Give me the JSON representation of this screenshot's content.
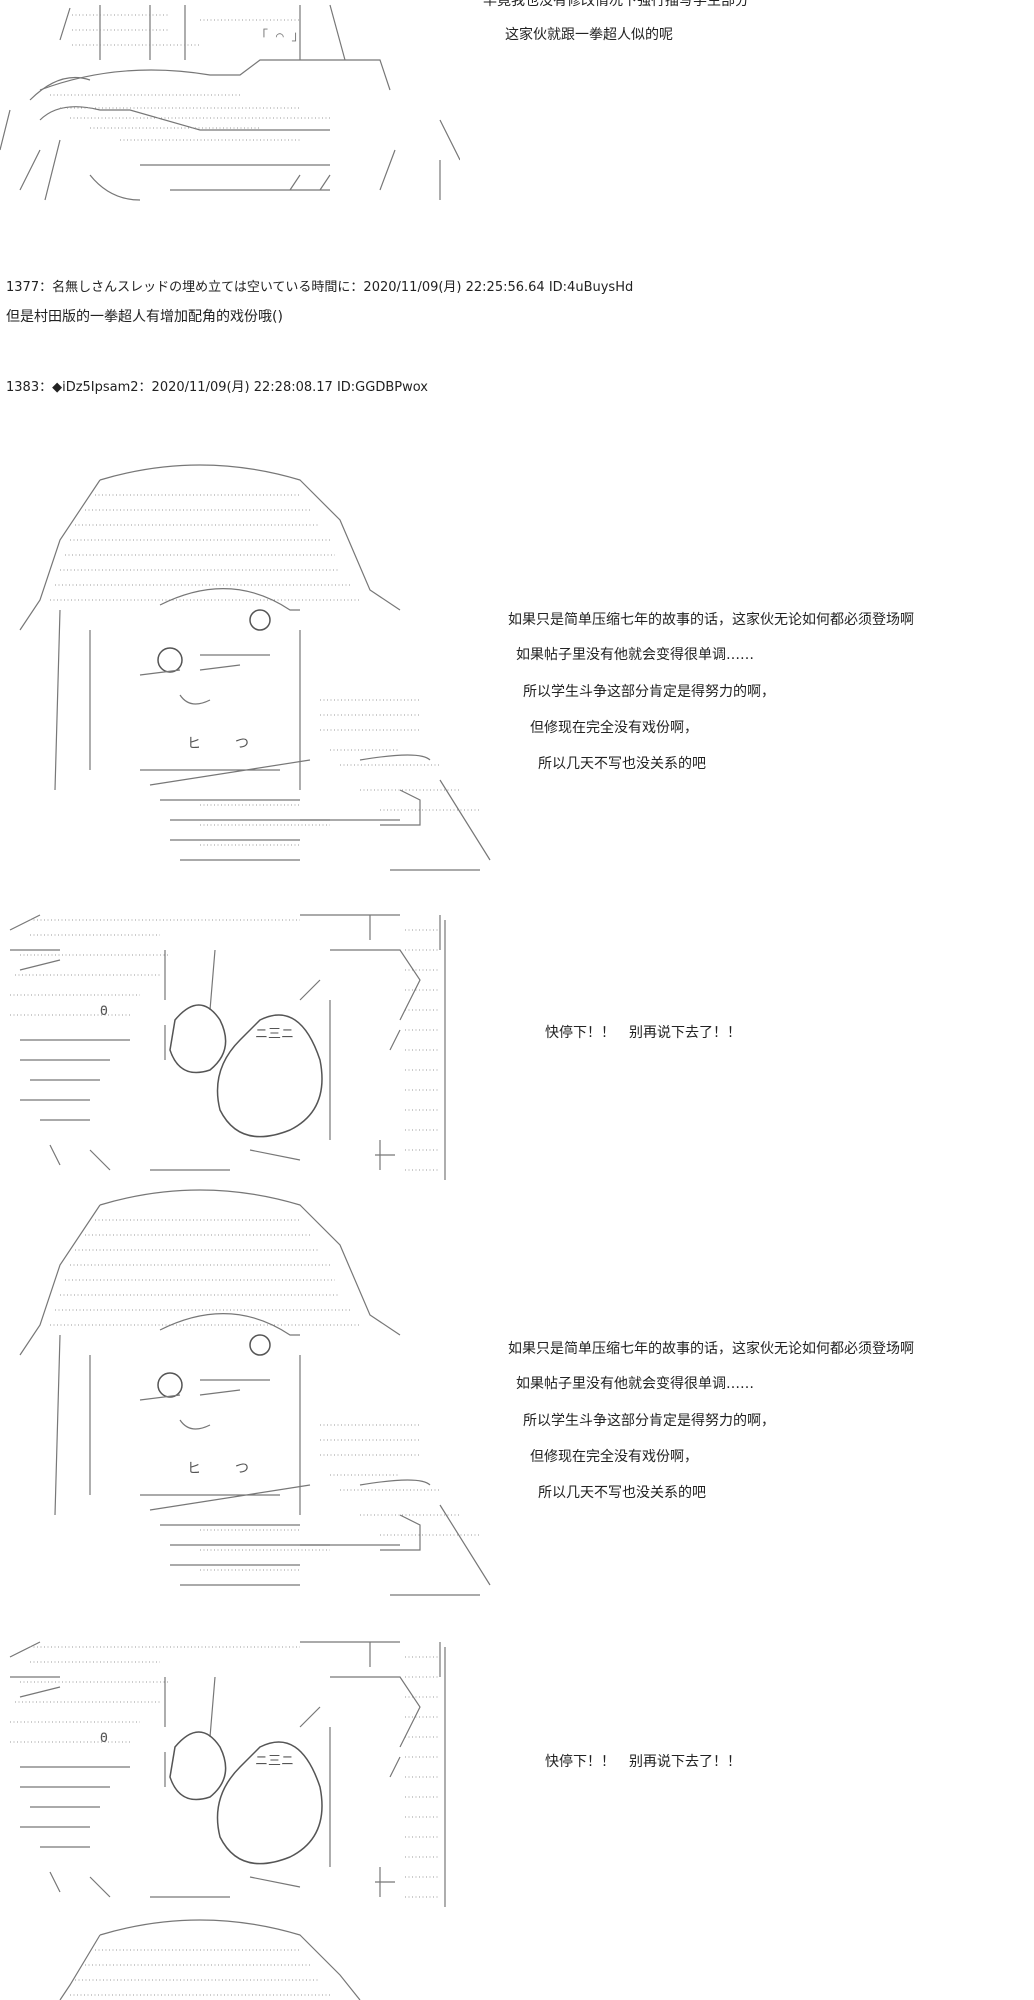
{
  "top_block": {
    "caption_1": "毕竟我也没有修改情况下强行描写学生部分",
    "caption_2": "这家伙就跟一拳超人似的呢"
  },
  "post_1377": {
    "header": "1377：名無しさんスレッドの埋め立ては空いている時間に：2020/11/09(月) 22:25:56.64 ID:4uBuysHd",
    "body": "但是村田版的一拳超人有增加配角的戏份哦()"
  },
  "post_1383": {
    "header": "1383：◆iDz5Ipsam2：2020/11/09(月) 22:28:08.17 ID:GGDBPwox"
  },
  "scene_a": {
    "lines": [
      "如果只是简单压缩七年的故事的话，这家伙无论如何都必须登场啊",
      "如果帖子里没有他就会变得很单调……",
      "所以学生斗争这部分肯定是得努力的啊，",
      "但修现在完全没有戏份啊，",
      "所以几天不写也没关系的吧"
    ]
  },
  "scene_b": {
    "line": "快停下！！　别再说下去了！！"
  },
  "scene_c": {
    "lines": [
      "如果只是简单压缩七年的故事的话，这家伙无论如何都必须登场啊",
      "如果帖子里没有他就会变得很单调……",
      "所以学生斗争这部分肯定是得努力的啊，",
      "但修现在完全没有戏份啊，",
      "所以几天不写也没关系的吧"
    ]
  },
  "scene_d": {
    "line": "快停下！！　别再说下去了！！"
  }
}
